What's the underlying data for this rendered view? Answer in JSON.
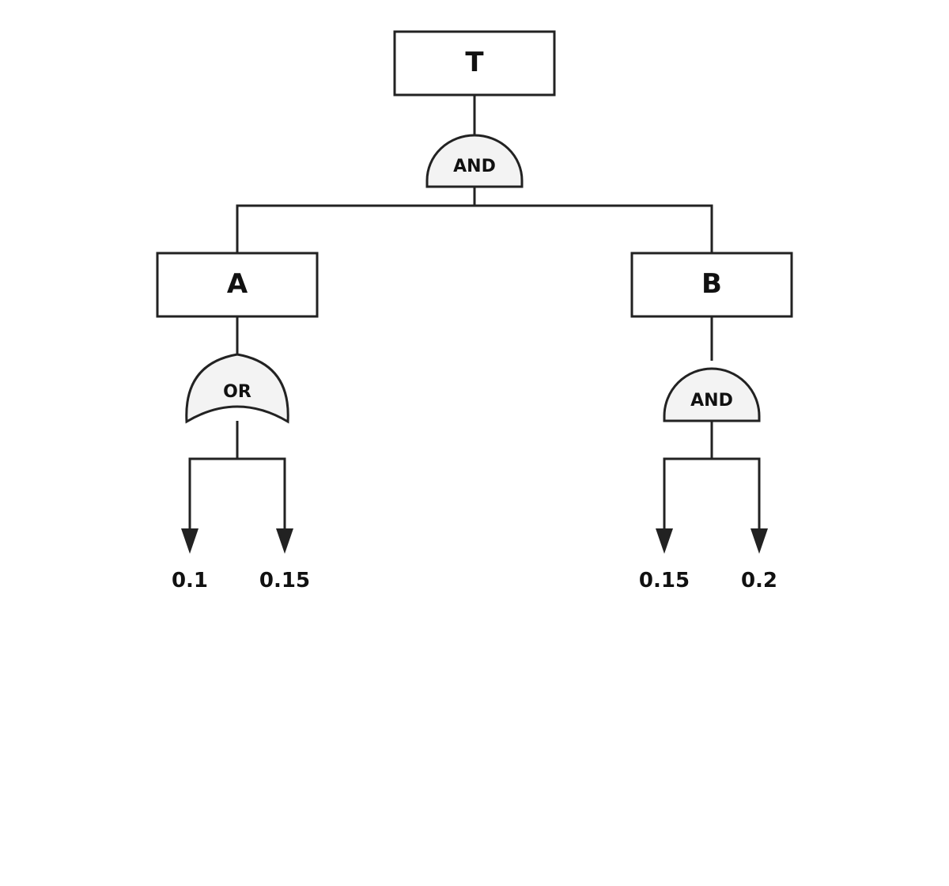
{
  "events": {
    "top": "T",
    "left": "A",
    "right": "B"
  },
  "gates": {
    "top": "AND",
    "left": "OR",
    "right": "AND"
  },
  "basic_events": {
    "left_1": "0.1",
    "left_2": "0.15",
    "right_1": "0.15",
    "right_2": "0.2"
  }
}
